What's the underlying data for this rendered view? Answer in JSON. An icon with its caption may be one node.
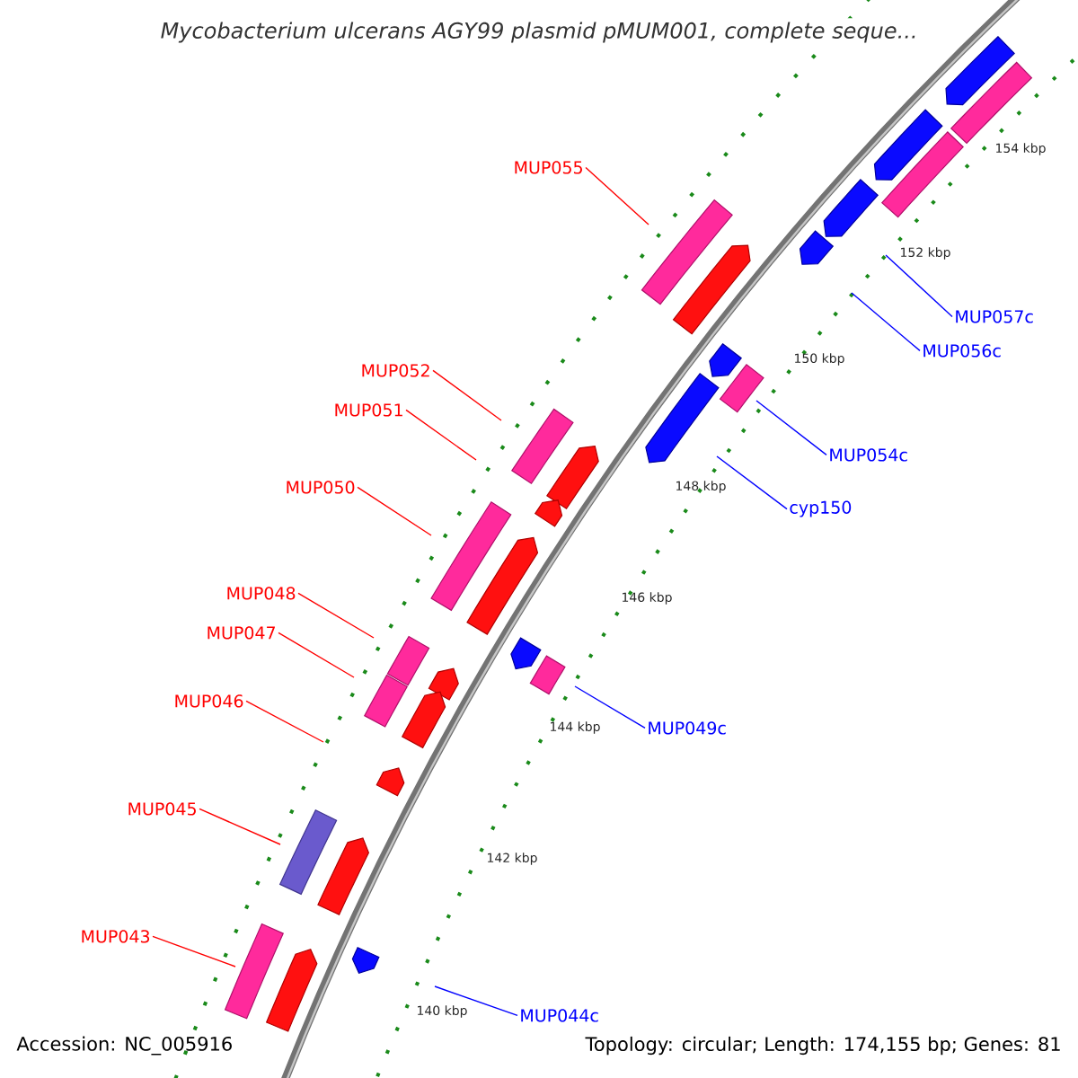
{
  "diagram": {
    "title": "Mycobacterium ulcerans AGY99 plasmid pMUM001, complete seque...",
    "nodes": [
      {
        "text": [
          "MUP055"
        ]
      },
      {
        "text": [
          "MUP057c"
        ]
      },
      {
        "text": [
          "MUP056c"
        ]
      },
      {
        "text": [
          "MUP052"
        ]
      },
      {
        "text": [
          "MUP051"
        ]
      },
      {
        "text": [
          "MUP054c"
        ]
      },
      {
        "text": [
          "MUP050"
        ]
      },
      {
        "text": [
          "cyp150"
        ]
      },
      {
        "text": [
          "MUP048"
        ]
      },
      {
        "text": [
          "MUP047"
        ]
      },
      {
        "text": [
          "MUP046"
        ]
      },
      {
        "text": [
          "MUP049c"
        ]
      },
      {
        "text": [
          "MUP045"
        ]
      },
      {
        "text": [
          "MUP043"
        ]
      },
      {
        "text": [
          "MUP044c"
        ]
      }
    ],
    "edges": [
      {
        "from": 0,
        "to": null,
        "arrow": "none"
      },
      {
        "from": 1,
        "to": null,
        "arrow": "none",
        "color": "#0000ff"
      },
      {
        "from": 2,
        "to": null,
        "arrow": "none",
        "color": "#0000ff"
      },
      {
        "from": 3,
        "to": null,
        "arrow": "none"
      },
      {
        "from": 4,
        "to": null,
        "arrow": "none"
      },
      {
        "from": 5,
        "to": null,
        "arrow": "none",
        "color": "#0000ff"
      },
      {
        "from": 6,
        "to": null,
        "arrow": "none"
      },
      {
        "from": 7,
        "to": null,
        "arrow": "none",
        "color": "#0000ff"
      },
      {
        "from": 8,
        "to": null,
        "arrow": "none"
      },
      {
        "from": 9,
        "to": null,
        "arrow": "none"
      },
      {
        "from": 10,
        "to": null,
        "arrow": "none"
      },
      {
        "from": 11,
        "to": null,
        "arrow": "none",
        "color": "#0000ff"
      },
      {
        "from": 12,
        "to": null,
        "arrow": "none"
      },
      {
        "from": 13,
        "to": null,
        "arrow": "none"
      },
      {
        "from": 14,
        "to": null,
        "arrow": "none",
        "color": "#0000ff"
      }
    ],
    "labels": [
      "154 kbp",
      "152 kbp",
      "150 kbp",
      "148 kbp",
      "146 kbp",
      "144 kbp",
      "142 kbp",
      "140 kbp",
      "Accession: NC_005916",
      "Topology: circular; Length: 174,155 bp; Genes: 81"
    ]
  }
}
